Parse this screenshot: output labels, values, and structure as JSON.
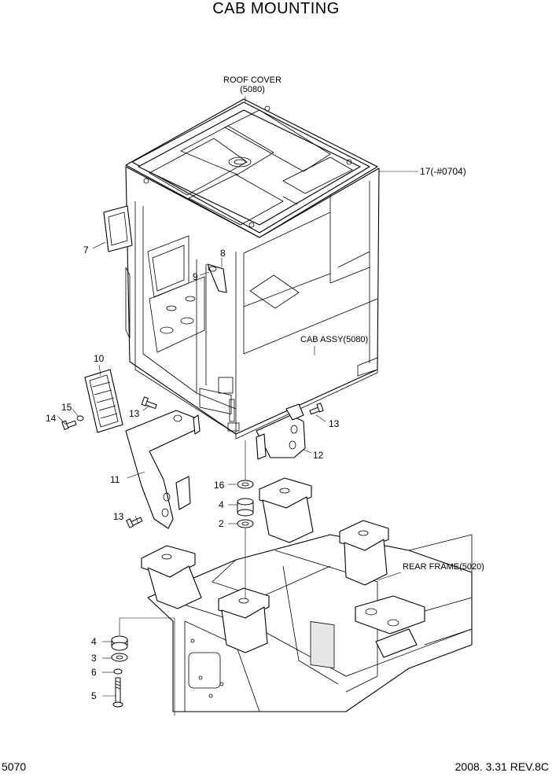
{
  "title": "CAB MOUNTING",
  "labels": {
    "roof_cover_1": "ROOF COVER",
    "roof_cover_2": "(5080)",
    "cab_assy": "CAB ASSY(5080)",
    "rear_frame": "REAR FRAME(5020)",
    "p17": "17(-#0704)",
    "p7": "7",
    "p8": "8",
    "p9": "9",
    "p10": "10",
    "p11": "11",
    "p12": "12",
    "p13a": "13",
    "p13b": "13",
    "p13c": "13",
    "p14": "14",
    "p15": "15",
    "p16": "16",
    "p4a": "4",
    "p2": "2",
    "p4b": "4",
    "p3": "3",
    "p6": "6",
    "p5": "5"
  },
  "footer": {
    "page_code": "5070",
    "date_rev": "2008. 3.31  REV.8C"
  }
}
